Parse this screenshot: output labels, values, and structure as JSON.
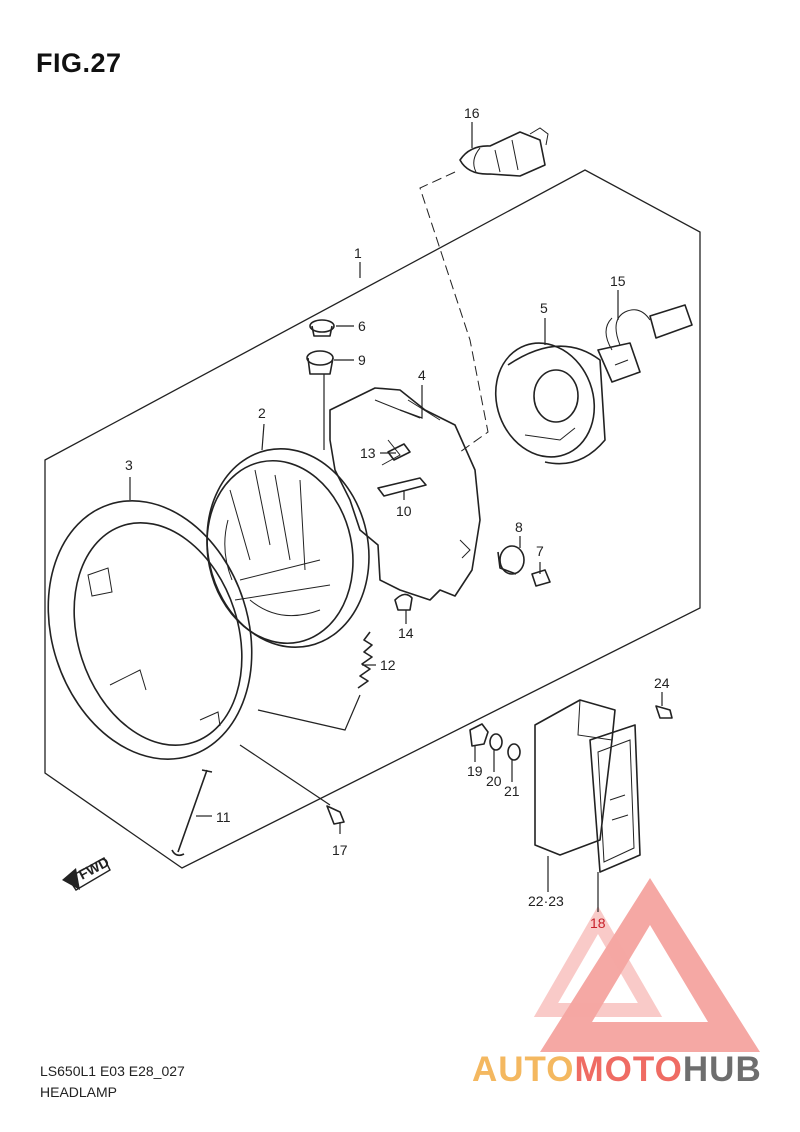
{
  "figure": {
    "title": "FIG.27",
    "model_code": "LS650L1 E03 E28_027",
    "caption": "HEADLAMP",
    "direction_label": "FWD"
  },
  "callouts": [
    {
      "id": "c1",
      "label": "1"
    },
    {
      "id": "c2",
      "label": "2"
    },
    {
      "id": "c3",
      "label": "3"
    },
    {
      "id": "c4",
      "label": "4"
    },
    {
      "id": "c5",
      "label": "5"
    },
    {
      "id": "c6",
      "label": "6"
    },
    {
      "id": "c7",
      "label": "7"
    },
    {
      "id": "c8",
      "label": "8"
    },
    {
      "id": "c9",
      "label": "9"
    },
    {
      "id": "c10",
      "label": "10"
    },
    {
      "id": "c11",
      "label": "11"
    },
    {
      "id": "c12",
      "label": "12"
    },
    {
      "id": "c13",
      "label": "13"
    },
    {
      "id": "c14",
      "label": "14"
    },
    {
      "id": "c15",
      "label": "15"
    },
    {
      "id": "c16",
      "label": "16"
    },
    {
      "id": "c17",
      "label": "17"
    },
    {
      "id": "c18",
      "label": "18"
    },
    {
      "id": "c19",
      "label": "19"
    },
    {
      "id": "c20",
      "label": "20"
    },
    {
      "id": "c21",
      "label": "21"
    },
    {
      "id": "c22",
      "label": "22·23"
    },
    {
      "id": "c24",
      "label": "24"
    }
  ],
  "watermark": {
    "part_a": "AUTO",
    "part_b": "MOTO",
    "part_c": "HUB",
    "colors": {
      "auto": "#f4b860",
      "moto": "#ef6b63",
      "hub": "#6e6e6e",
      "triangle": "#f28b86"
    }
  }
}
